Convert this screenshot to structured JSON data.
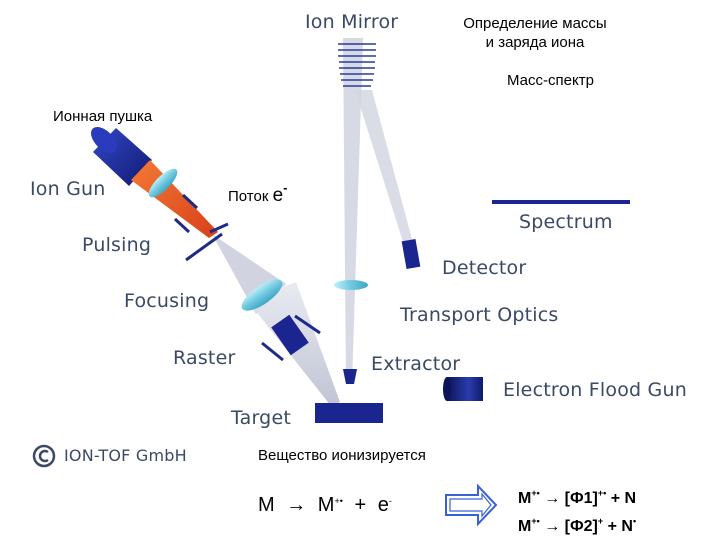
{
  "labels_en": {
    "ion_mirror": "Ion Mirror",
    "ion_gun": "Ion Gun",
    "pulsing": "Pulsing",
    "focusing": "Focusing",
    "raster": "Raster",
    "target": "Target",
    "spectrum": "Spectrum",
    "detector": "Detector",
    "transport_optics": "Transport Optics",
    "extractor": "Extractor",
    "electron_flood_gun": "Electron Flood Gun",
    "copyright": "ION-TOF GmbH"
  },
  "labels_ru": {
    "mass_charge_line1": "Определение массы",
    "mass_charge_line2": "и заряда иона",
    "mass_spectrum": "Масс-спектр",
    "ion_gun": "Ионная пушка",
    "electron_stream": "Поток",
    "electron_symbol": "e",
    "ionized": "Вещество ионизируется"
  },
  "formula": {
    "m": "M",
    "arrow": "→",
    "m_ion": "M",
    "ion_charge": "+•",
    "plus": "+",
    "electron": "e",
    "electron_charge": "-"
  },
  "fragmentation": {
    "line1": {
      "left": "M",
      "left_charge": "+•",
      "arrow": "→",
      "fragment": "[Ф1]",
      "fragment_charge": "+•",
      "plus": "+",
      "neutral": "N"
    },
    "line2": {
      "left": "M",
      "left_charge": "+•",
      "arrow": "→",
      "fragment": "[Ф2]",
      "fragment_charge": "+",
      "plus": "+",
      "neutral": "N",
      "neutral_charge": "•"
    }
  },
  "colors": {
    "label_text": "#3a4a66",
    "ion_gun_body": "#1f2e9e",
    "ion_beam": "#e8501a",
    "optics_lens": "#7fd3e6",
    "beam_gray": "#c6cad8",
    "component_dark": "#16207a",
    "arrow_outline": "#3a5fd9"
  }
}
